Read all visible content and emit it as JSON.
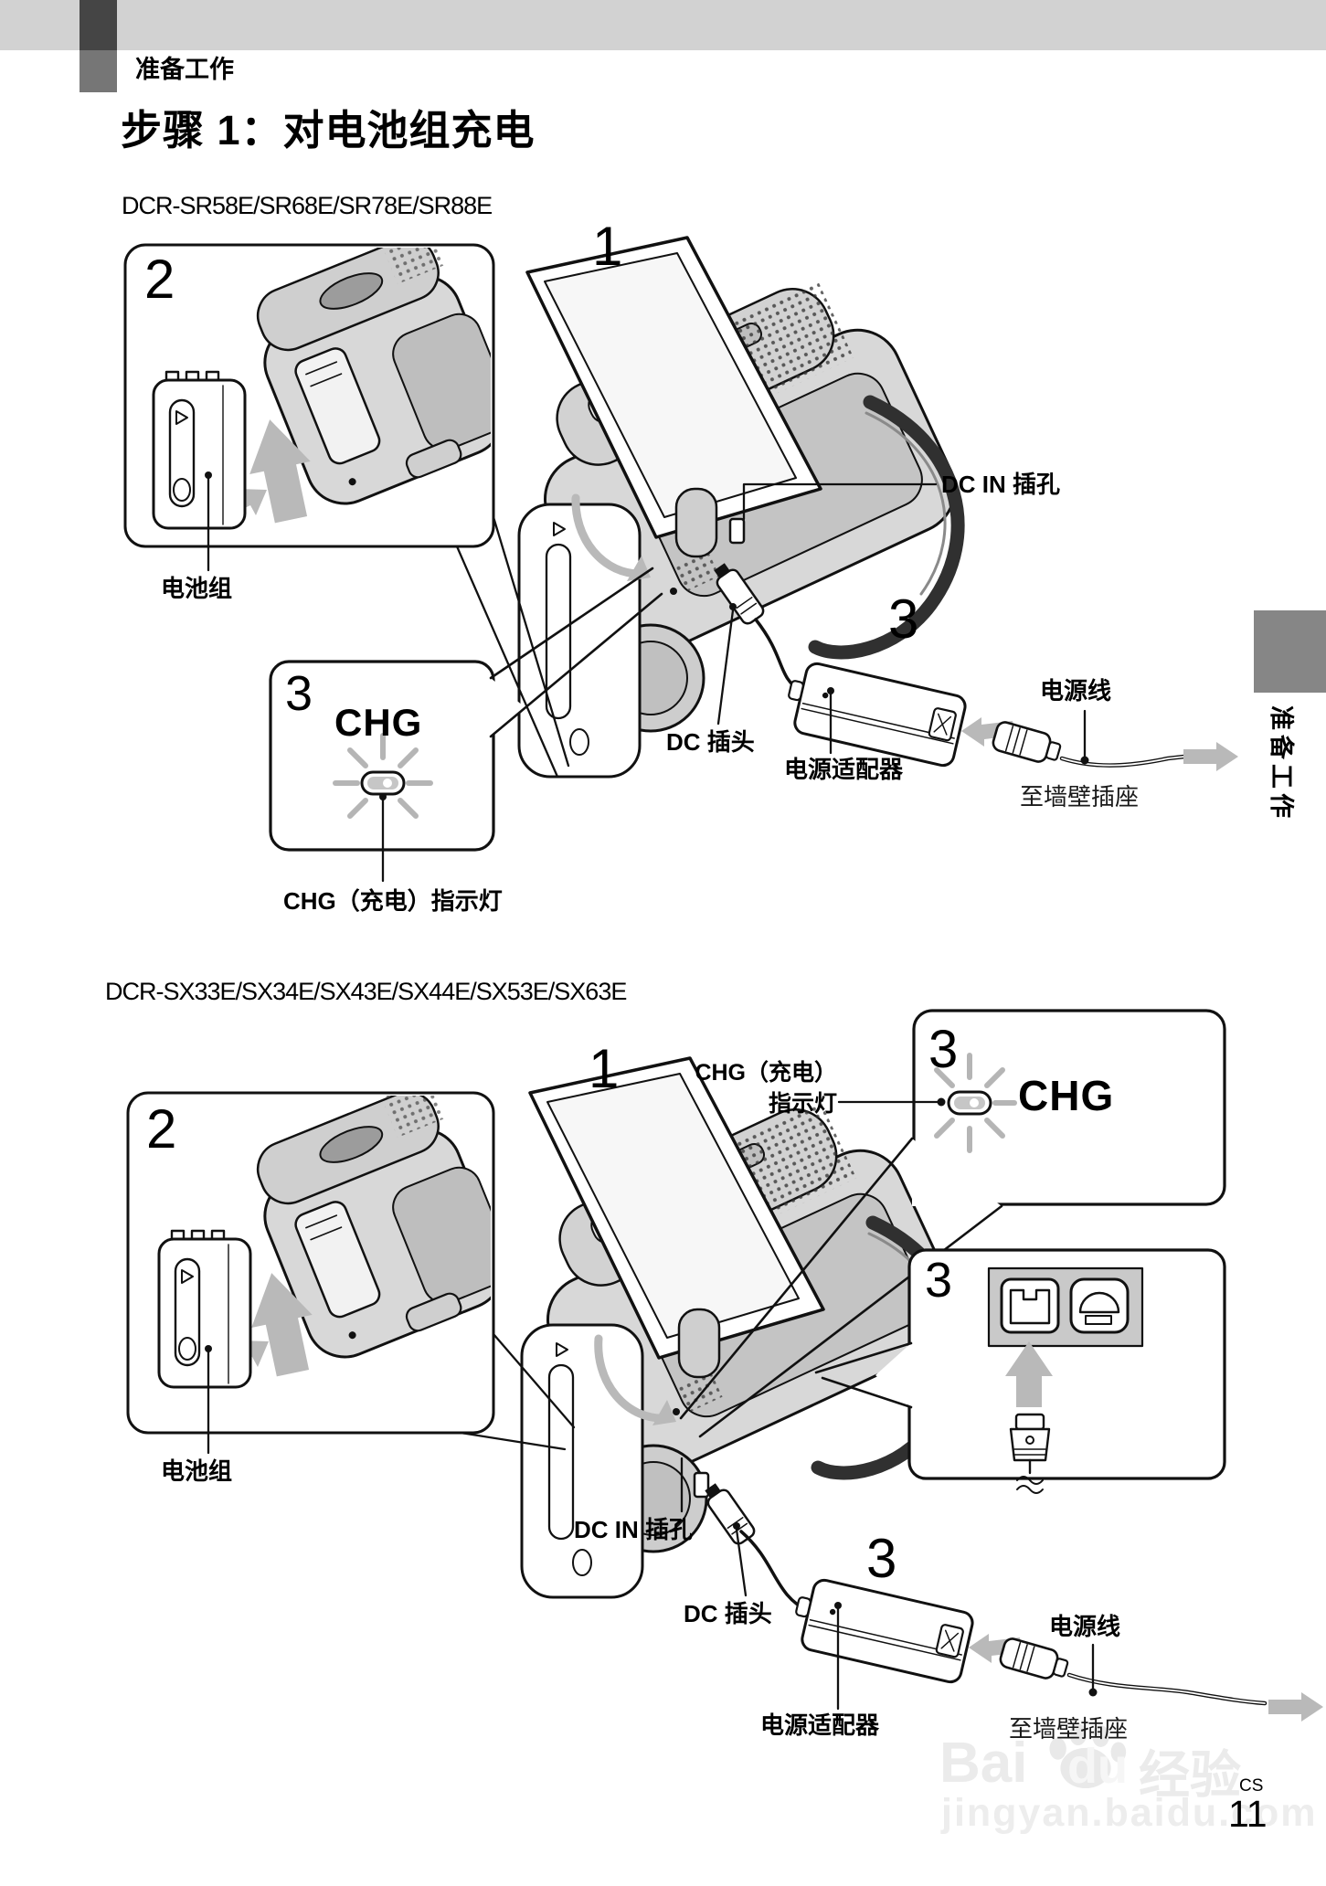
{
  "page": {
    "header": {
      "eyebrow": "准备工作",
      "title": "步骤 1：对电池组充电"
    },
    "side_tab": {
      "label": "准备工作"
    },
    "footer": {
      "lang": "CS",
      "page_number": "11"
    },
    "watermark": {
      "brand_latin_1": "Bai",
      "brand_latin_2": "du",
      "brand_cn": "经验",
      "url": "jingyan.baidu.com"
    }
  },
  "section_sr": {
    "model": "DCR-SR58E/SR68E/SR78E/SR88E",
    "step_numbers": {
      "open_lcd": "1",
      "attach_battery": "2",
      "charge_box": "3",
      "connect_adapter": "3"
    },
    "labels": {
      "battery_pack": "电池组",
      "chg_lamp_text": "CHG",
      "chg_indicator": "CHG（充电）指示灯",
      "dc_in_jack": "DC IN 插孔",
      "dc_plug": "DC 插头",
      "ac_adapter": "电源适配器",
      "power_cord": "电源线",
      "to_wall_outlet": "至墙壁插座"
    }
  },
  "section_sx": {
    "model": "DCR-SX33E/SX34E/SX43E/SX44E/SX53E/SX63E",
    "step_numbers": {
      "open_lcd": "1",
      "attach_battery": "2",
      "charge_box": "3",
      "ports_box": "3",
      "connect_adapter": "3"
    },
    "labels": {
      "battery_pack": "电池组",
      "chg_lamp_text": "CHG",
      "chg_indicator_line1": "CHG（充电）",
      "chg_indicator_line2": "指示灯",
      "dc_in_jack": "DC IN 插孔",
      "dc_plug": "DC 插头",
      "ac_adapter": "电源适配器",
      "power_cord": "电源线",
      "to_wall_outlet": "至墙壁插座"
    }
  },
  "colors": {
    "band": "#d2d2d2",
    "tab": "#868686",
    "arrow": "#b9b9b9",
    "ray": "#b5b5b5"
  }
}
